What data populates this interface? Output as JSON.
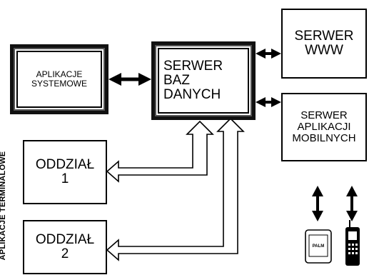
{
  "nodes": {
    "apps": [
      "APLIKACJE",
      "SYSTEMOWE"
    ],
    "db": [
      "SERWER",
      "BAZ",
      "DANYCH"
    ],
    "www": [
      "SERWER",
      "WWW"
    ],
    "mobile": [
      "SERWER",
      "APLIKACJI",
      "MOBILNYCH"
    ],
    "branch1": [
      "ODDZIAŁ",
      "1"
    ],
    "branch2": [
      "ODDZIAŁ",
      "2"
    ]
  },
  "side_label": "APLIKACJE TERMINALOWE",
  "devices": {
    "palm_label": "PALM"
  }
}
